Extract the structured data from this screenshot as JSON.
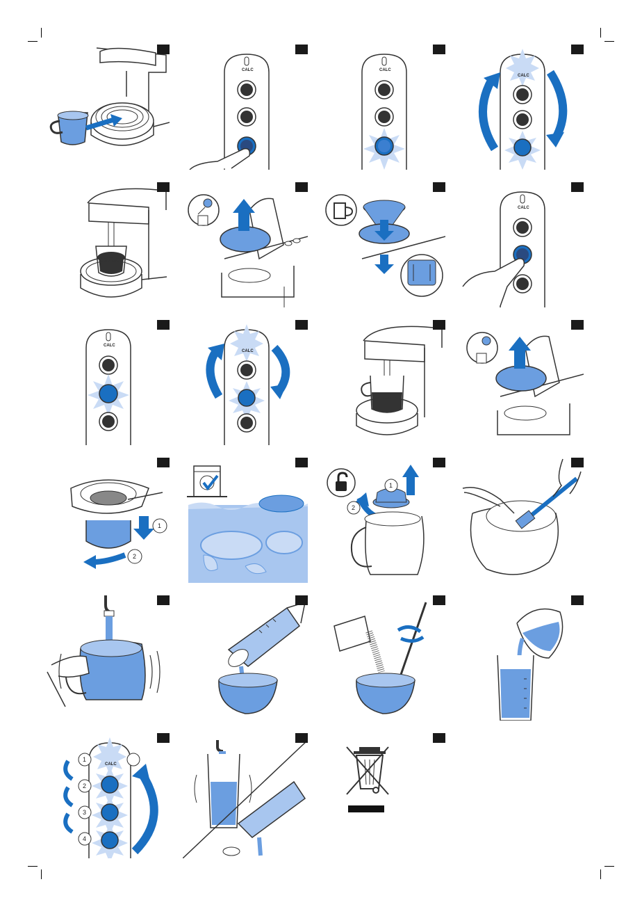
{
  "colors": {
    "accent": "#1a6fc1",
    "light_blue": "#6b9ee0",
    "pale_blue": "#a8c6ef",
    "glow": "#c9dbf5",
    "line": "#333333",
    "step_box": "#1a1a1a"
  },
  "panel_label": {
    "calc": "CALC"
  },
  "steps": [
    {
      "id": "p01",
      "icon": "cup-on-drip-tray"
    },
    {
      "id": "p02",
      "icon": "press-strong-button"
    },
    {
      "id": "p03",
      "icon": "strong-button-glow"
    },
    {
      "id": "p04",
      "icon": "all-buttons-rotate"
    },
    {
      "id": "p05",
      "icon": "brew-into-cup"
    },
    {
      "id": "p06",
      "icon": "remove-capsule-holder"
    },
    {
      "id": "p07",
      "icon": "capsule-to-bin"
    },
    {
      "id": "p08",
      "icon": "press-middle-button"
    },
    {
      "id": "p09",
      "icon": "middle-button-glow"
    },
    {
      "id": "p10",
      "icon": "middle-buttons-rotate"
    },
    {
      "id": "p11",
      "icon": "brew-into-glass"
    },
    {
      "id": "p12",
      "icon": "remove-holder"
    },
    {
      "id": "p13",
      "icon": "disassemble-holder"
    },
    {
      "id": "p14",
      "icon": "dishwasher-parts"
    },
    {
      "id": "p15",
      "icon": "unlock-lid"
    },
    {
      "id": "p16",
      "icon": "brush-clean"
    },
    {
      "id": "p17",
      "icon": "rinse-tap"
    },
    {
      "id": "p18",
      "icon": "pour-jug-bowl"
    },
    {
      "id": "p19",
      "icon": "stir-descaler"
    },
    {
      "id": "p20",
      "icon": "pour-into-tank"
    },
    {
      "id": "p21",
      "icon": "button-sequence"
    },
    {
      "id": "p22",
      "icon": "fill-tank"
    },
    {
      "id": "p23",
      "icon": "weee-bin"
    }
  ],
  "sequence_numbers": [
    "1",
    "2",
    "3",
    "4"
  ],
  "step15_numbers": [
    "1",
    "2"
  ],
  "step13_numbers": [
    "1",
    "2"
  ]
}
